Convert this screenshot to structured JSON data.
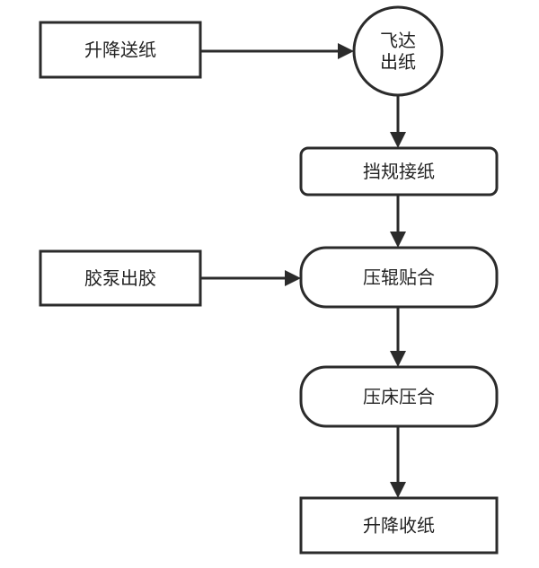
{
  "diagram": {
    "nodes": [
      {
        "id": "lift_feed",
        "shape": "rect",
        "lines": [
          "升降送纸"
        ]
      },
      {
        "id": "fly_out",
        "shape": "circle",
        "lines": [
          "飞达",
          "出纸"
        ]
      },
      {
        "id": "stop_guide",
        "shape": "rounded",
        "lines": [
          "挡规接纸"
        ]
      },
      {
        "id": "glue_pump",
        "shape": "rect",
        "lines": [
          "胶泵出胶"
        ]
      },
      {
        "id": "roller_bond",
        "shape": "stadium",
        "lines": [
          "压辊贴合"
        ]
      },
      {
        "id": "bed_press",
        "shape": "stadium",
        "lines": [
          "压床压合"
        ]
      },
      {
        "id": "lift_collect",
        "shape": "rect",
        "lines": [
          "升降收纸"
        ]
      }
    ],
    "edges": [
      {
        "from": "lift_feed",
        "to": "fly_out"
      },
      {
        "from": "fly_out",
        "to": "stop_guide"
      },
      {
        "from": "stop_guide",
        "to": "roller_bond"
      },
      {
        "from": "glue_pump",
        "to": "roller_bond"
      },
      {
        "from": "roller_bond",
        "to": "bed_press"
      },
      {
        "from": "bed_press",
        "to": "lift_collect"
      }
    ]
  }
}
